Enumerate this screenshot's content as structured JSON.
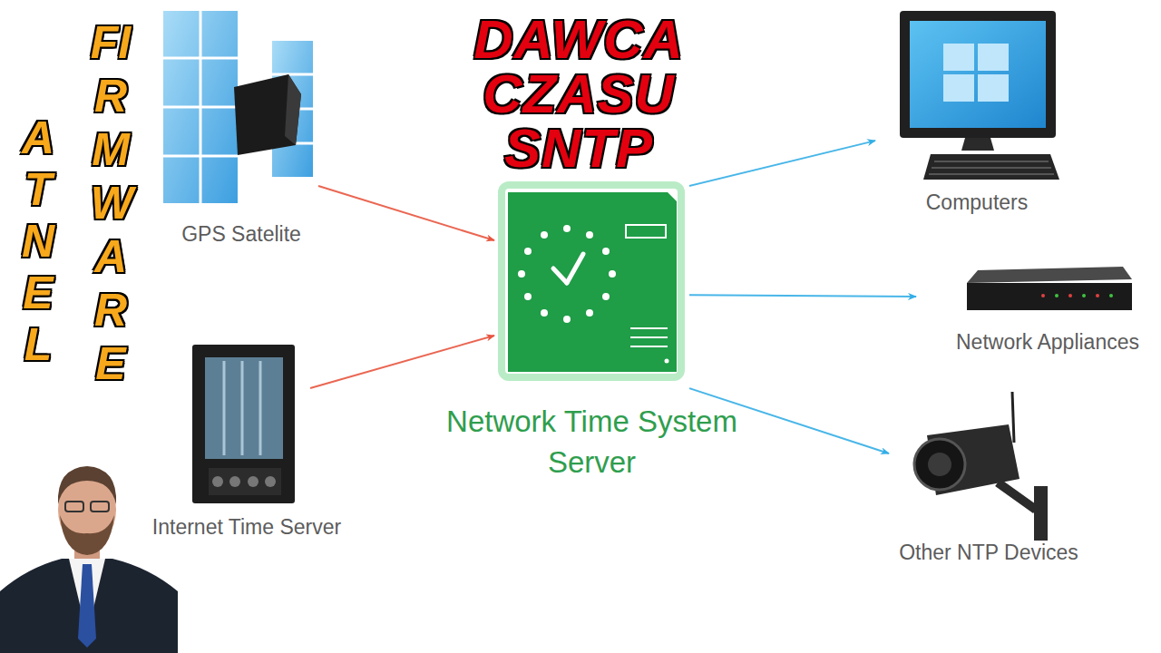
{
  "diagram": {
    "title": "DAWCA CZASU SNTP",
    "nodes": [
      {
        "text": [
          "GPS Satelite"
        ]
      },
      {
        "text": [
          "Internet Time Server"
        ]
      },
      {
        "text": [
          "Network Time System Server"
        ]
      },
      {
        "text": [
          "Computers"
        ]
      },
      {
        "text": [
          "Network Appliances"
        ]
      },
      {
        "text": [
          "Other NTP Devices"
        ]
      }
    ],
    "edges": [
      {
        "from": 0,
        "to": 2,
        "arrow": "to"
      },
      {
        "from": 1,
        "to": 2,
        "arrow": "to"
      },
      {
        "from": 2,
        "to": 3,
        "arrow": "to"
      },
      {
        "from": 2,
        "to": 4,
        "arrow": "to"
      },
      {
        "from": 2,
        "to": 5,
        "arrow": "to"
      }
    ],
    "labels": [
      "ATNEL",
      "FIRMWARE"
    ]
  }
}
